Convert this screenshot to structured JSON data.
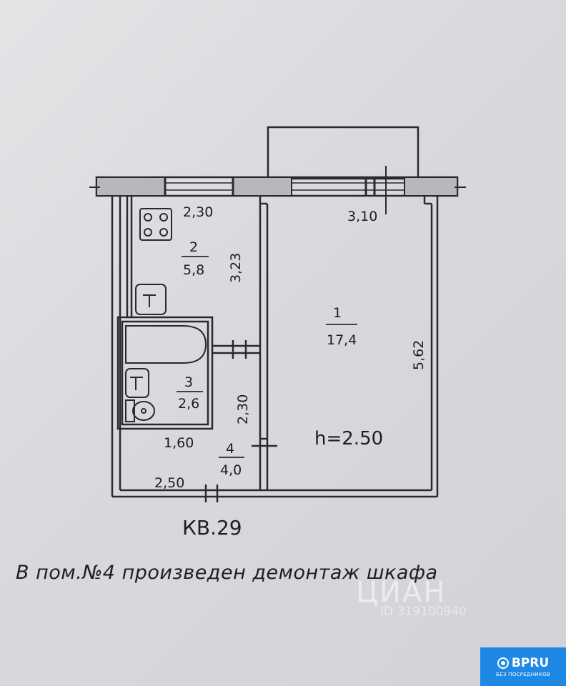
{
  "plan": {
    "apartment_label": "КВ.29",
    "ceiling_height": "h=2.50",
    "rooms": [
      {
        "number": "1",
        "area": "17,4"
      },
      {
        "number": "2",
        "area": "5,8"
      },
      {
        "number": "3",
        "area": "2,6"
      },
      {
        "number": "4",
        "area": "4,0"
      }
    ],
    "dimensions": {
      "kitchen_width": "2,30",
      "kitchen_length": "3,23",
      "room_width": "3,10",
      "room_length": "5,62",
      "bath_width": "1,60",
      "hall_length": "2,30",
      "hall_width": "2,50"
    }
  },
  "note": "В пом.№4 произведен демонтаж шкафа",
  "watermark": {
    "brand": "ЦИАН",
    "id": "ID 319100940"
  },
  "logo": {
    "brand": "BPRU",
    "tagline": "БЕЗ ПОСРЕДНИКОВ",
    "color": "#1e88e5"
  },
  "icons": [
    "stove-icon",
    "sink-icon",
    "bathtub-icon",
    "washbasin-icon",
    "toilet-icon"
  ]
}
